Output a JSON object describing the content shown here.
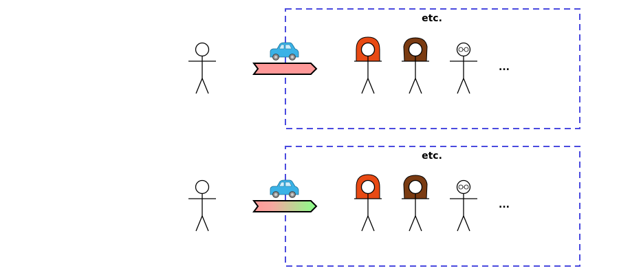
{
  "rows": [
    {
      "group_label": "etc.",
      "ellipsis": "...",
      "arrow_style": "solid"
    },
    {
      "group_label": "etc.",
      "ellipsis": "...",
      "arrow_style": "gradient"
    }
  ],
  "colors": {
    "box_border": "#4a4adf",
    "arrow_red": "#ff9999",
    "arrow_green": "#88ff88",
    "car_body": "#3ab2e6",
    "red_hair": "#e84a14",
    "brown_hair": "#7a3b12"
  },
  "icons": [
    "person-icon",
    "car-icon",
    "arrow-icon",
    "red-hair-person-icon",
    "brown-hair-person-icon",
    "glasses-person-icon"
  ]
}
